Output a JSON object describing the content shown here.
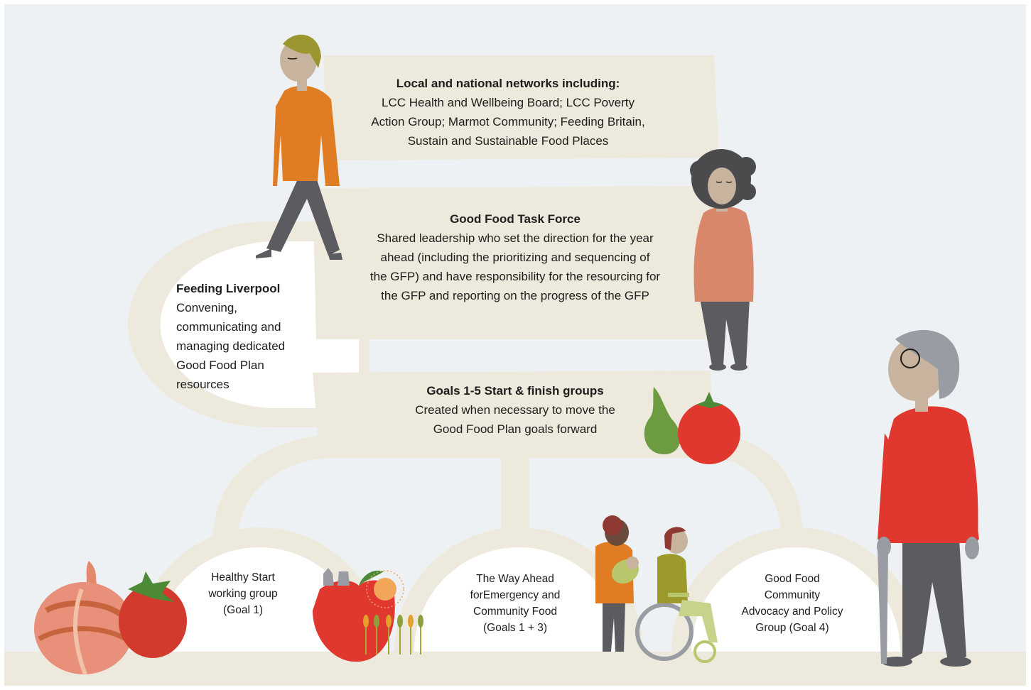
{
  "colors": {
    "panel": "#ede9dd",
    "sky": "#eef1f3",
    "orange_shirt": "#e07c22",
    "coral_shirt": "#d9876a",
    "red_shirt": "#e0382f",
    "trousers": "#5c5b60",
    "skin": "#c8b49e",
    "hair_olive": "#9c9630",
    "hair_dark": "#4b4b4d",
    "hair_grey": "#9a9ca3"
  },
  "boxes": {
    "networks": {
      "title": "Local and national networks including:",
      "body": "LCC Health and Wellbeing Board; LCC Poverty\nAction Group; Marmot Community;  Feeding Britain,\nSustain and Sustainable Food Places"
    },
    "task_force": {
      "title": "Good Food Task Force",
      "body": "Shared leadership who set the direction for the year\nahead (including the prioritizing and sequencing of\nthe GFP) and have  responsibility for the resourcing for\nthe GFP and reporting on the progress of the GFP"
    },
    "feeding_liverpool": {
      "title": "Feeding Liverpool",
      "body": "Convening,\ncommunicating and\nmanaging dedicated\nGood Food Plan\nresources"
    },
    "goals": {
      "title": "Goals 1-5 Start & finish groups",
      "body": "Created when necessary to move the\nGood Food Plan goals forward"
    }
  },
  "groups": [
    {
      "label": "Healthy Start\nworking group\n(Goal 1)"
    },
    {
      "label": "The Way Ahead\nforEmergency and\nCommunity Food\n(Goals 1 + 3)"
    },
    {
      "label": "Good Food\nCommunity\nAdvocacy and Policy\nGroup (Goal 4)"
    }
  ],
  "icons": [
    "walking-person-illustration",
    "curly-hair-woman-illustration",
    "older-man-with-cane-illustration",
    "parent-with-baby-illustration",
    "wheelchair-user-illustration",
    "onion-illustration",
    "tomato-illustration",
    "apple-illustration",
    "pear-illustration",
    "wheat-illustration",
    "liverpool-skyline-illustration"
  ]
}
